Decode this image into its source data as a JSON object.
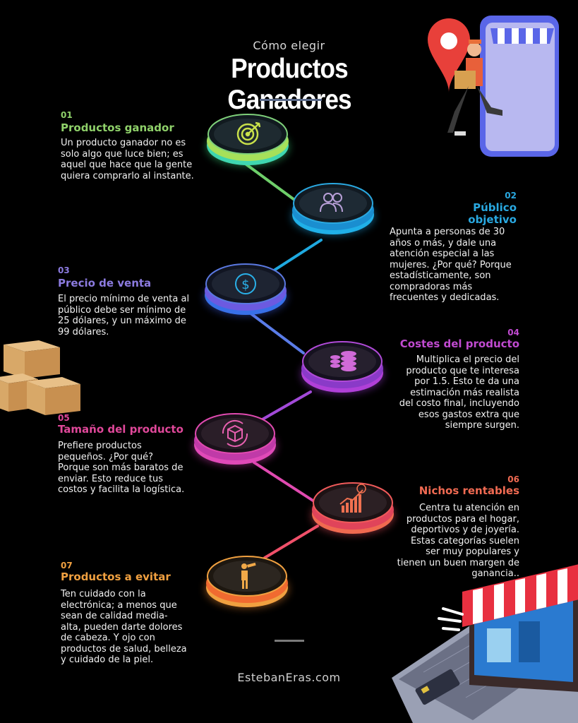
{
  "header": {
    "subtitle": "Cómo elegir",
    "title": "Productos Ganadores"
  },
  "steps": [
    {
      "num": "01",
      "title": "Productos ganador",
      "body": "Un producto ganador no es solo algo que luce bien; es aquel que hace que la gente quiera comprarlo al instante.",
      "color": "#8fd16a",
      "icon": "target-icon"
    },
    {
      "num": "02",
      "title": "Público objetivo",
      "body": "Apunta a personas de 30 años o más, y dale una atención especial a las mujeres. ¿Por qué? Porque estadísticamente, son compradoras más frecuentes y dedicadas.",
      "color": "#29a8e0",
      "icon": "users-icon"
    },
    {
      "num": "03",
      "title": "Precio de venta",
      "body": "El precio mínimo de venta al público debe ser mínimo de 25 dólares, y un máximo de 99 dólares.",
      "color": "#8c7be0",
      "icon": "dollar-icon"
    },
    {
      "num": "04",
      "title": "Costes del producto",
      "body": "Multiplica el precio del producto que te interesa por 1.5. Esto te da una estimación más realista del costo final, incluyendo esos gastos extra que siempre surgen.",
      "color": "#c04ad0",
      "icon": "coins-icon"
    },
    {
      "num": "05",
      "title": "Tamaño del producto",
      "body": "Prefiere productos pequeños. ¿Por qué? Porque son más baratos de enviar. Esto reduce tus costos y facilita la logística.",
      "color": "#e0489a",
      "icon": "box-cycle-icon"
    },
    {
      "num": "06",
      "title": "Nichos rentables",
      "body": "Centra tu atención en productos para el hogar, deportivos y de joyería. Estas categorías suelen ser muy populares y tienen un buen margen de ganancia..",
      "color": "#f06a52",
      "icon": "growth-chart-icon"
    },
    {
      "num": "07",
      "title": "Productos a evitar",
      "body": "Ten cuidado con la electrónica; a menos que sean de calidad media-alta, pueden darte dolores de cabeza. Y ojo con productos de salud, belleza y cuidado de la piel.",
      "color": "#f0a040",
      "icon": "lookout-icon"
    }
  ],
  "footer": {
    "site": "EstebanEras.com"
  }
}
